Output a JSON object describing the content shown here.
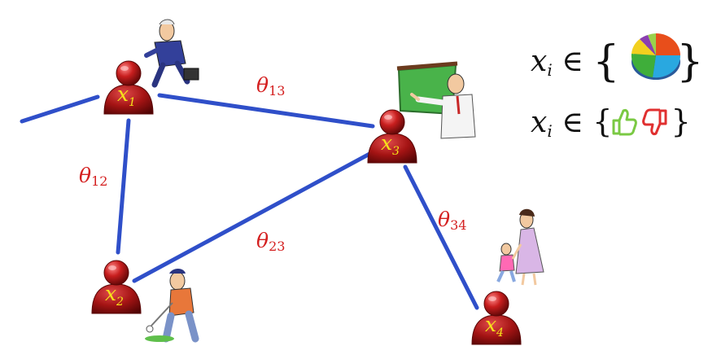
{
  "nodes": [
    {
      "id": "x1",
      "var": "x",
      "sub": "1"
    },
    {
      "id": "x2",
      "var": "x",
      "sub": "2"
    },
    {
      "id": "x3",
      "var": "x",
      "sub": "3"
    },
    {
      "id": "x4",
      "var": "x",
      "sub": "4"
    }
  ],
  "edges": [
    {
      "id": "e12",
      "from": "x1",
      "to": "x2",
      "label_var": "θ",
      "label_sub": "12"
    },
    {
      "id": "e13",
      "from": "x1",
      "to": "x3",
      "label_var": "θ",
      "label_sub": "13"
    },
    {
      "id": "e23",
      "from": "x2",
      "to": "x3",
      "label_var": "θ",
      "label_sub": "23"
    },
    {
      "id": "e34",
      "from": "x3",
      "to": "x4",
      "label_var": "θ",
      "label_sub": "34"
    }
  ],
  "domains": {
    "line1": {
      "var": "x",
      "sub": "i",
      "symbol": "∈",
      "set": "pie-chart-icon"
    },
    "line2": {
      "var": "x",
      "sub": "i",
      "symbol": "∈",
      "set": [
        "thumbs-up-icon",
        "thumbs-down-icon"
      ]
    }
  },
  "colors": {
    "edge": "#2f4fc9",
    "label": "#d42020",
    "node": "#b01818",
    "node_text": "#f5e21a",
    "thumbs_up": "#7ac943",
    "thumbs_down": "#e03030"
  }
}
